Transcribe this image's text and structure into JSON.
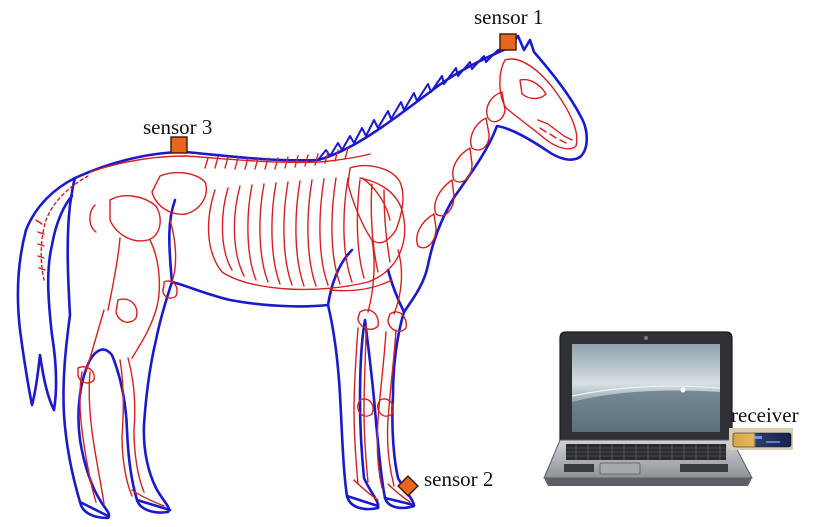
{
  "labels": {
    "sensor_1": "sensor 1",
    "sensor_2": "sensor 2",
    "sensor_3": "sensor 3",
    "receiver": "receiver"
  },
  "colors": {
    "outline": "#1a1acc",
    "skeleton": "#d42020",
    "sensor": "#e8651e"
  },
  "icons": {
    "horse": "horse-outline-with-skeleton",
    "laptop": "laptop-icon",
    "receiver": "usb-receiver-icon"
  }
}
